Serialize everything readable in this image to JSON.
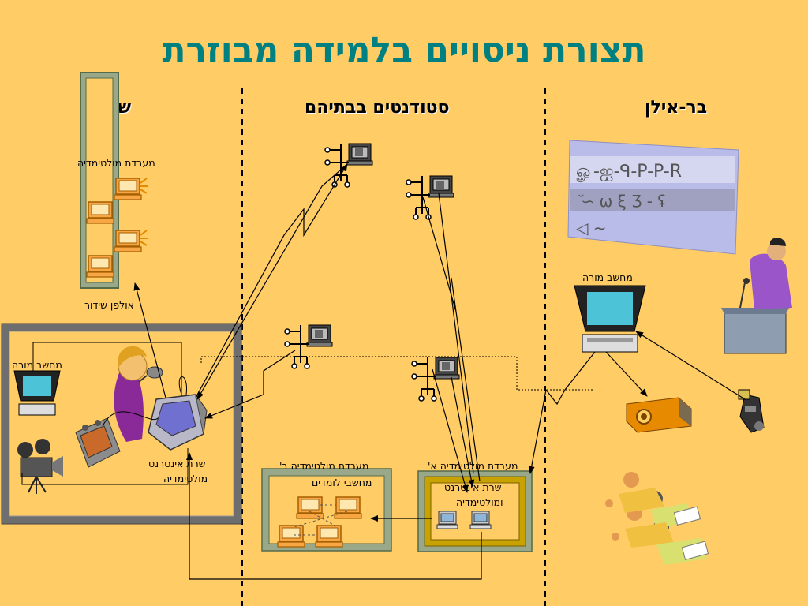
{
  "title": "תצורת ניסויים בלמידה מבוזרת",
  "sections": {
    "shenkar": "שנקר",
    "students": "סטודנטים בבתיהם",
    "bar_ilan": "בר-אילן"
  },
  "labels": {
    "shenkar_lab": "מעבדת מולטימדיה",
    "broadcast_studio": "אולפן שידור",
    "shenkar_teacher_pc": "מחשב מורה",
    "shenkar_server_line1": "שרת אינטרנט",
    "shenkar_server_line2": "מולטימדיה",
    "lab_b_line1": "מעבדת מולטימדיה ב'",
    "lab_b_line2": "מחשבי לומדים",
    "lab_a_line1": "מעבדת מולטימדיה א'",
    "lab_a_line2": "שרת אינטרנט",
    "lab_a_line3": "ומולטימדיה",
    "bar_ilan_teacher_pc": "מחשב מורה"
  },
  "colors": {
    "background": "#FFCC66",
    "title": "#008080",
    "frame_gray": "#6E6E6E",
    "frame_green": "#9AA88A",
    "frame_gold": "#C8A200"
  }
}
